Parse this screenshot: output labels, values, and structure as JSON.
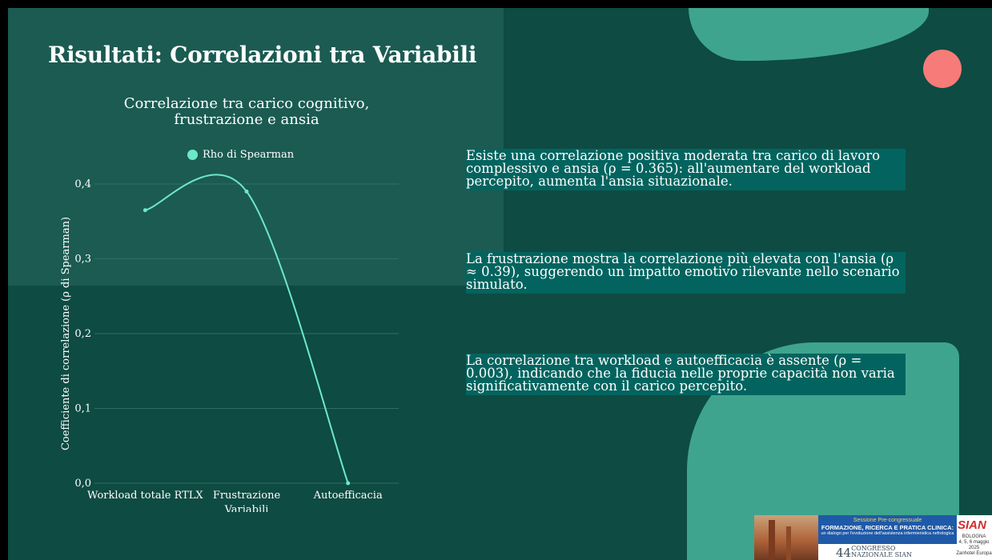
{
  "slide": {
    "title": "Risultati: Correlazioni tra Variabili",
    "colors": {
      "background": "#0e4b42",
      "panel": "#1b5b52",
      "accent_teal": "#3fa48e",
      "accent_coral": "#f77b78",
      "line": "#6de8c7",
      "text_box": "#03645f"
    }
  },
  "chart_data": {
    "type": "line",
    "title": "Correlazione tra carico cognitivo, frustrazione e ansia",
    "title_lines": [
      "Correlazione tra carico cognitivo,",
      "frustrazione e ansia"
    ],
    "xlabel": "Variabili",
    "ylabel": "Coefficiente di correlazione (ρ di Spearman)",
    "categories": [
      "Workload totale RTLX",
      "Frustrazione",
      "Autoefficacia"
    ],
    "series": [
      {
        "name": "Rho di Spearman",
        "values": [
          0.365,
          0.39,
          0.0
        ],
        "color": "#6de8c7"
      }
    ],
    "ylim": [
      0,
      0.4
    ],
    "yticks": [
      0.0,
      0.1,
      0.2,
      0.3,
      0.4
    ],
    "ytick_labels": [
      "0,0",
      "0,1",
      "0,2",
      "0,3",
      "0,4"
    ],
    "grid": true,
    "smooth": true,
    "legend_position": "top"
  },
  "bullets": [
    "Esiste una correlazione positiva moderata tra carico di lavoro complessivo e ansia (ρ = 0.365): all'aumentare del workload percepito, aumenta l'ansia situazionale.",
    "La frustrazione mostra la correlazione più elevata con l'ansia (ρ ≈ 0.39), suggerendo un impatto emotivo rilevante nello scenario simulato.",
    "La correlazione tra workload e autoefficacia è assente (ρ = 0.003), indicando che la fiducia nelle proprie capacità non varia significativamente con il carico percepito."
  ],
  "logo": {
    "session": "Sessione Pre-congressuale",
    "heading": "FORMAZIONE, RICERCA E PRATICA CLINICA:",
    "subheading": "un dialogo per l'evoluzione dell'assistenza infermieristica nefrologica",
    "congress_number": "44",
    "congress_line1": "CONGRESSO",
    "congress_line2": "NAZIONALE SIAN",
    "brand": "SIAN",
    "city": "BOLOGNA",
    "dates": "4, 5, 6 maggio 2025",
    "venue": "Zanhotel Europa"
  }
}
